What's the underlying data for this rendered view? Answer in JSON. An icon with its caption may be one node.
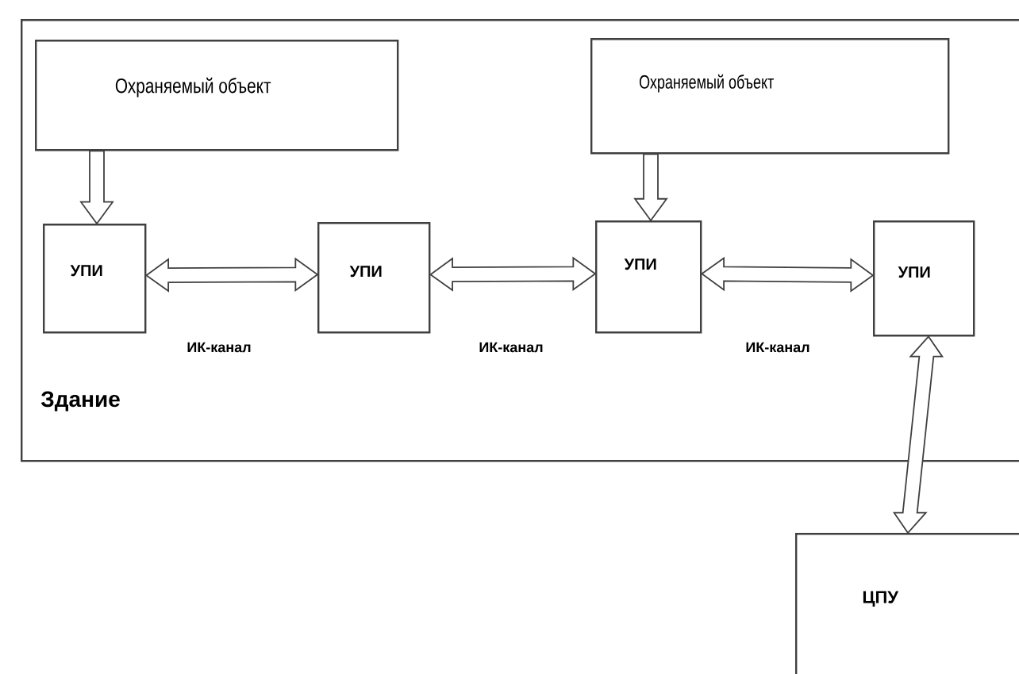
{
  "diagram": {
    "nodes": [
      {
        "text": [
          "Здание"
        ]
      },
      {
        "text": [
          "Охраняемый объект"
        ],
        "in": 0
      },
      {
        "text": [
          "Охраняемый объект"
        ],
        "in": 0
      },
      {
        "text": [
          "УПИ"
        ],
        "in": 0
      },
      {
        "text": [
          "УПИ"
        ],
        "in": 0
      },
      {
        "text": [
          "УПИ"
        ],
        "in": 0
      },
      {
        "text": [
          "УПИ"
        ],
        "in": 0
      },
      {
        "text": [
          "ЦПУ"
        ]
      }
    ],
    "edges": [
      {
        "from": 1,
        "to": 3,
        "arrow": "to"
      },
      {
        "from": 2,
        "to": 5,
        "arrow": "to"
      },
      {
        "from": 3,
        "to": 4,
        "arrow": "both",
        "label": "ИК-канал"
      },
      {
        "from": 4,
        "to": 5,
        "arrow": "both",
        "label": "ИК-канал"
      },
      {
        "from": 5,
        "to": 6,
        "arrow": "both",
        "label": "ИК-канал"
      },
      {
        "from": 6,
        "to": 7,
        "arrow": "both"
      }
    ]
  }
}
